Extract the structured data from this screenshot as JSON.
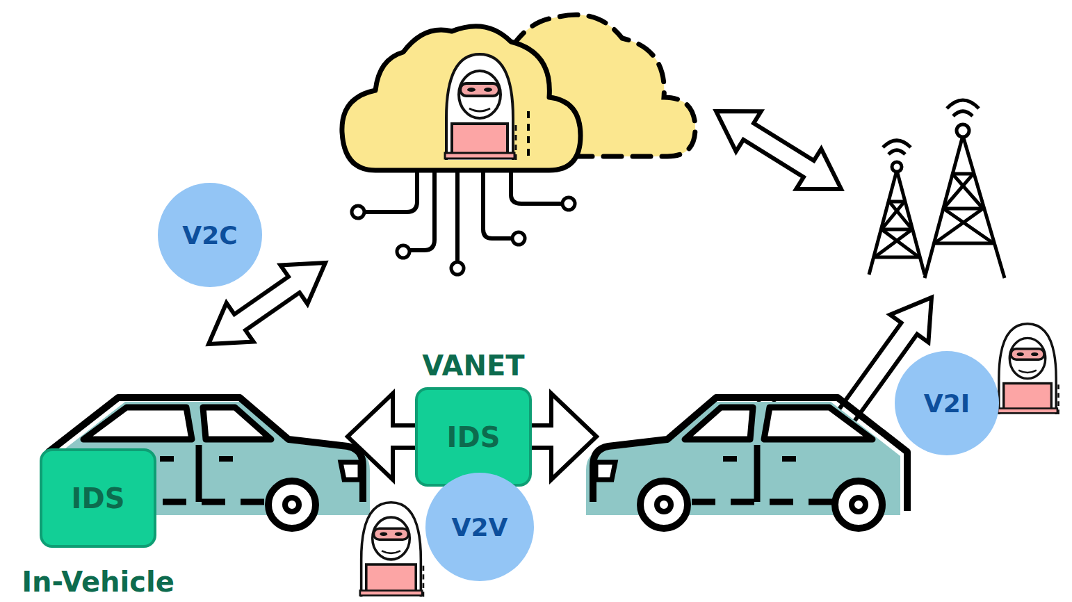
{
  "diagram": {
    "nodes": [
      {
        "text": [
          "V2C"
        ]
      },
      {
        "text": [
          "VANET",
          "IDS"
        ]
      },
      {
        "text": [
          "V2I"
        ]
      },
      {
        "text": [
          "IDS",
          "In-Vehicle"
        ]
      },
      {
        "text": [
          "V2V"
        ]
      }
    ]
  }
}
